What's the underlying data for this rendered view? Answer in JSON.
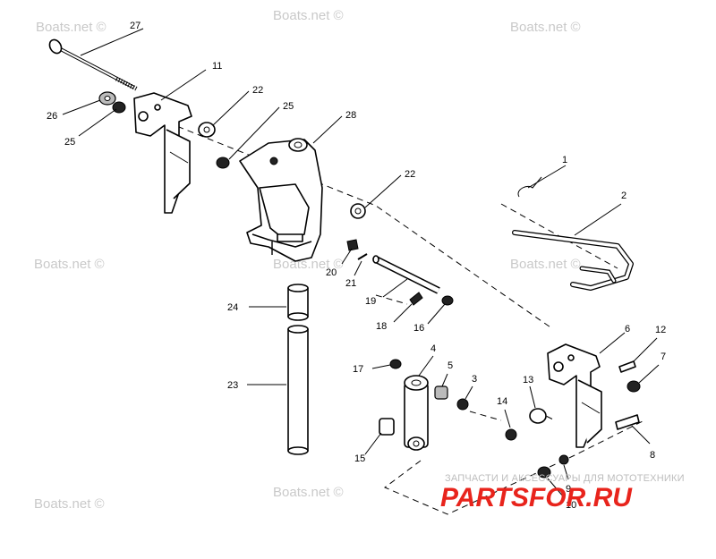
{
  "watermark": "Boats.net ©",
  "brand": {
    "tagline": "ЗАПЧАСТИ И АКСЕССУАРЫ ДЛЯ МОТОТЕХНИКИ",
    "name_left": "PARTS",
    "name_right": "FOR.RU",
    "accent_color": "#e8241c",
    "secondary_color": "#444444"
  },
  "callouts": {
    "c1": "1",
    "c2": "2",
    "c3": "3",
    "c4": "4",
    "c5": "5",
    "c6": "6",
    "c7": "7",
    "c8": "8",
    "c9": "9",
    "c10": "10",
    "c11": "11",
    "c12": "12",
    "c13": "13",
    "c14": "14",
    "c15": "15",
    "c16": "16",
    "c17": "17",
    "c18": "18",
    "c19": "19",
    "c20": "20",
    "c21": "21",
    "c22a": "22",
    "c22b": "22",
    "c23": "23",
    "c24": "24",
    "c25a": "25",
    "c25b": "25",
    "c26": "26",
    "c27": "27",
    "c28": "28"
  }
}
